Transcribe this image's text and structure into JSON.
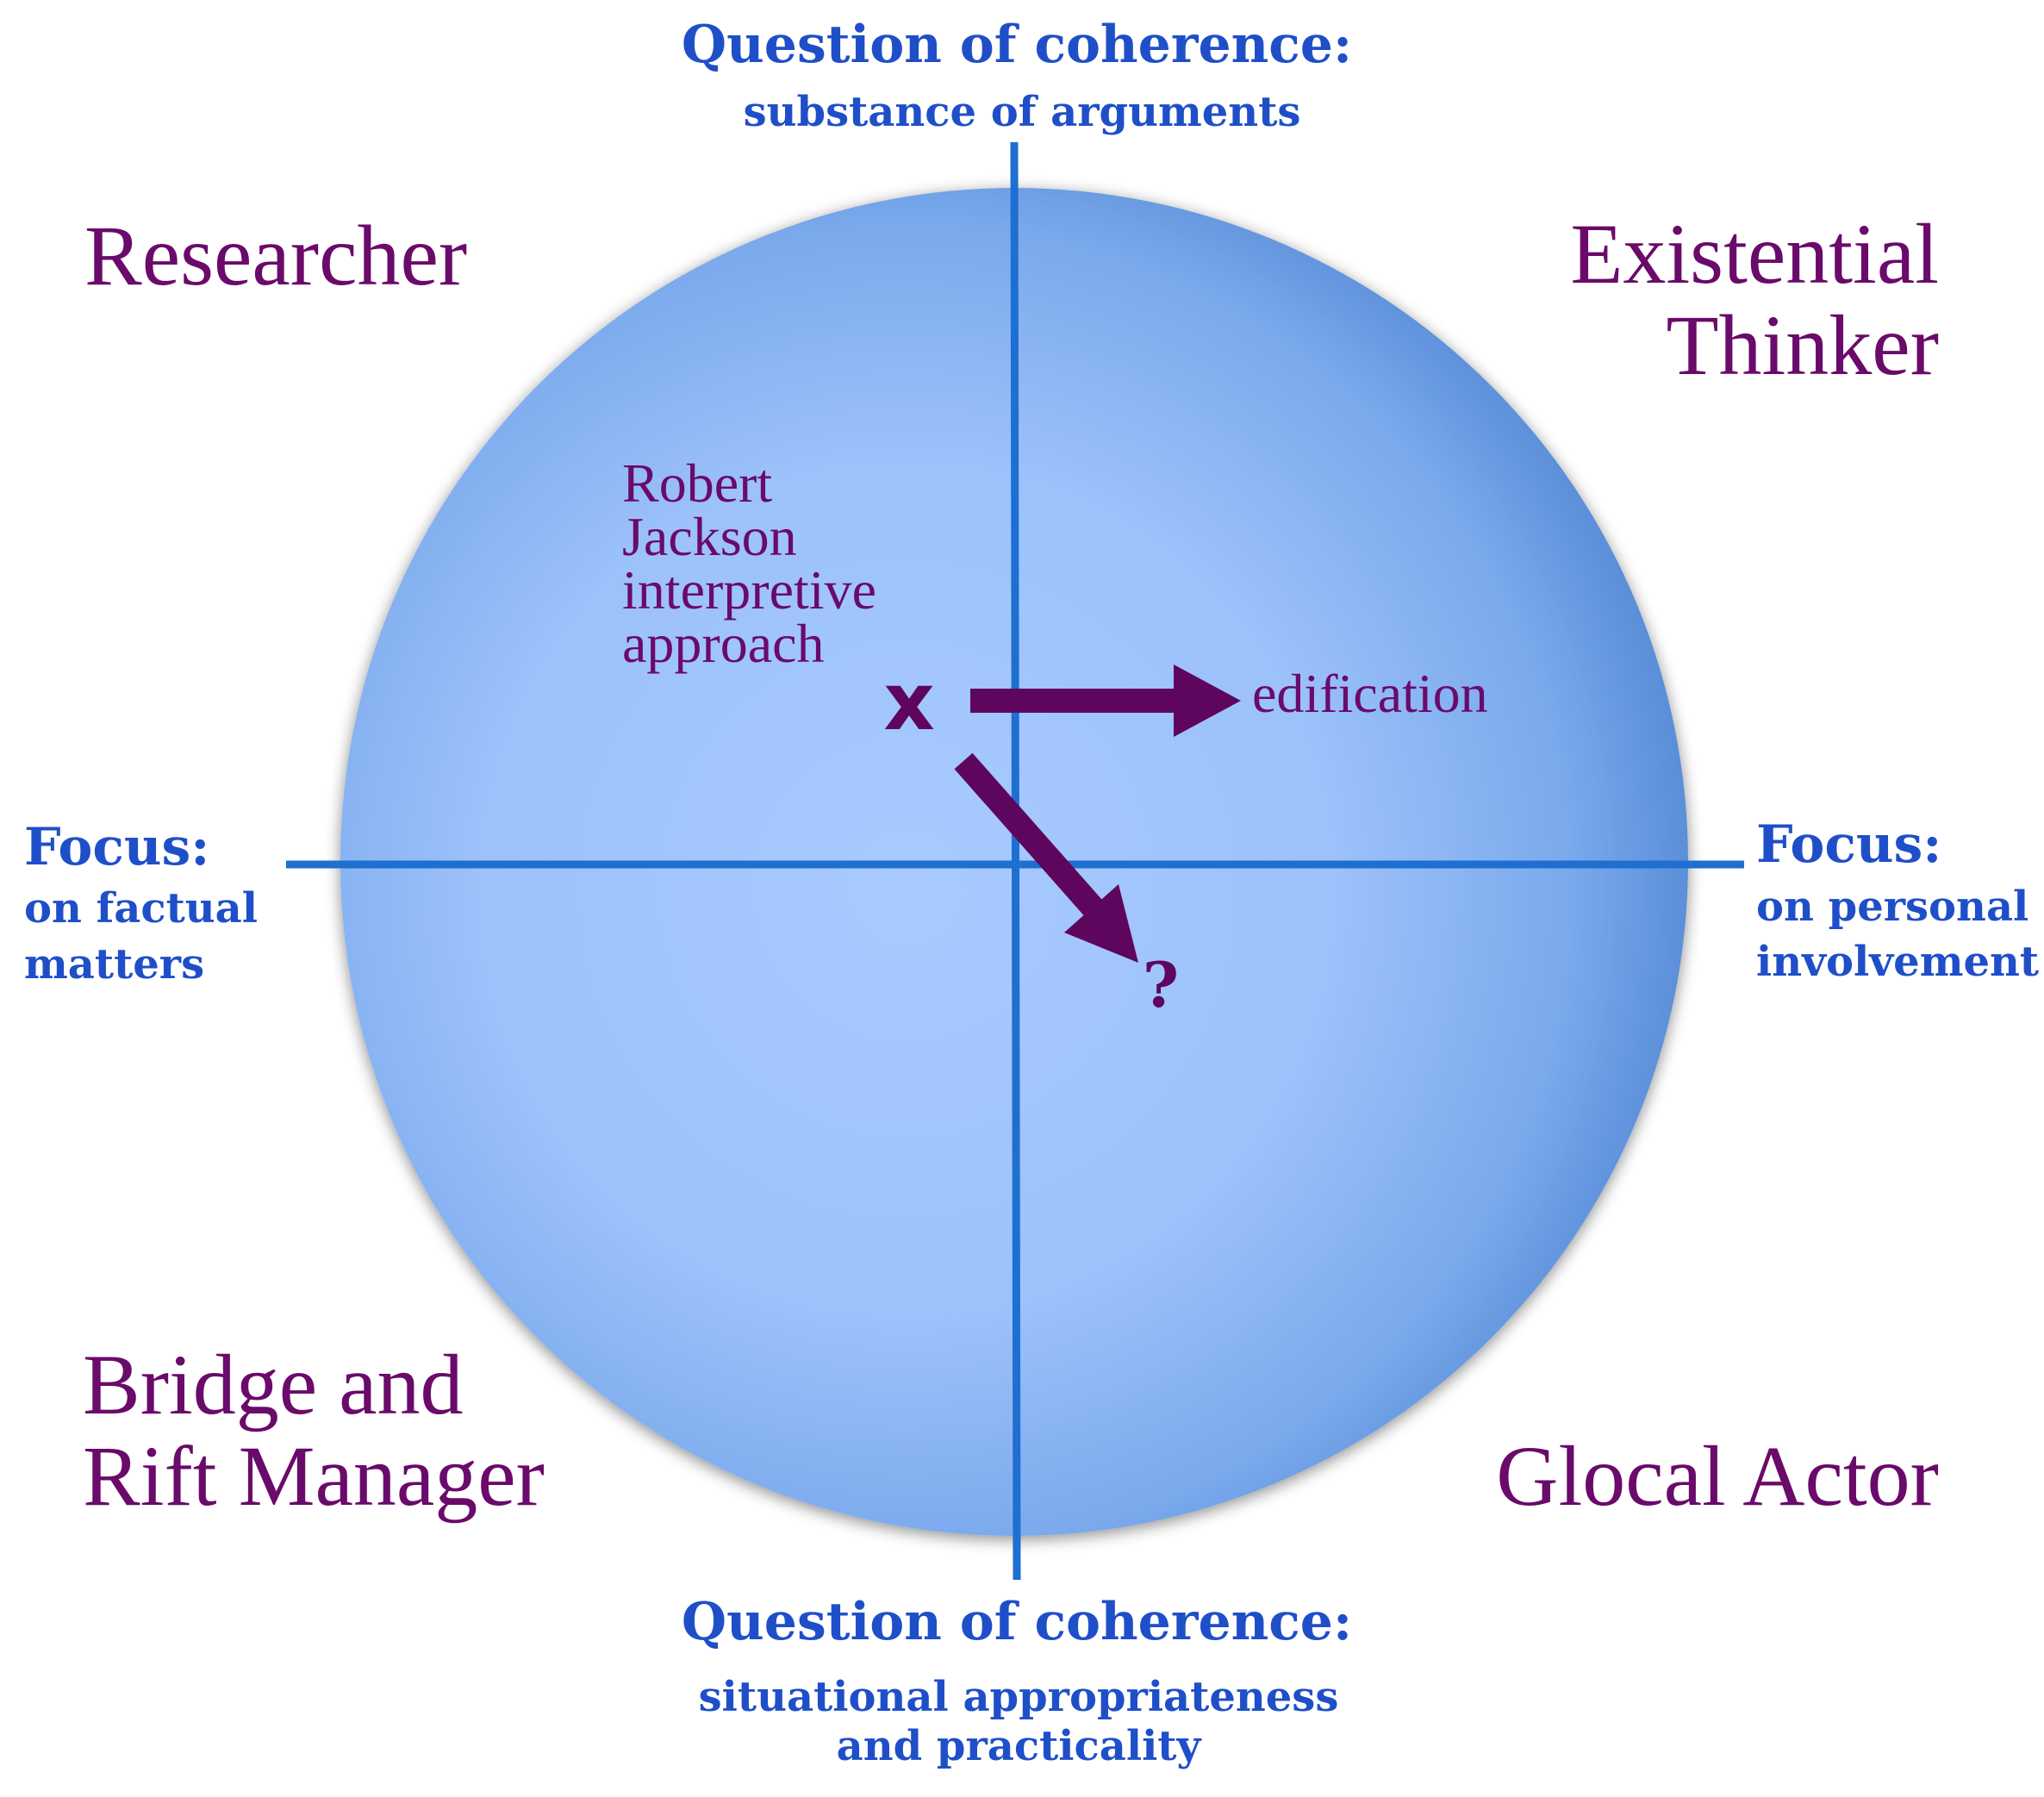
{
  "colors": {
    "axis_blue": "#1f4fc8",
    "quadrant_purple": "#6a0a6a",
    "arrow_purple": "#5e065e",
    "circle_light": "#a6c8ff",
    "circle_dark": "#5d93de",
    "axis_line": "#1e6fcf"
  },
  "top_axis": {
    "heading": "Question of coherence:",
    "sub": "substance of arguments"
  },
  "bottom_axis": {
    "heading": "Question of coherence:",
    "sub_lines": [
      "situational appropriateness",
      "and practicality"
    ]
  },
  "left_axis": {
    "heading": "Focus:",
    "sub_lines": [
      "on factual",
      "matters"
    ]
  },
  "right_axis": {
    "heading": "Focus:",
    "sub_lines": [
      "on personal",
      "involvement"
    ]
  },
  "quadrants": {
    "top_left": [
      "Researcher"
    ],
    "top_right": [
      "Existential",
      "Thinker"
    ],
    "bottom_left": [
      "Bridge and",
      "Rift Manager"
    ],
    "bottom_right": [
      "Glocal Actor"
    ]
  },
  "position": {
    "label_lines": [
      "Robert",
      "Jackson",
      "interpretive",
      "approach"
    ],
    "marker": "x"
  },
  "arrows": {
    "right_label": "edification",
    "diagonal_label": "?"
  }
}
